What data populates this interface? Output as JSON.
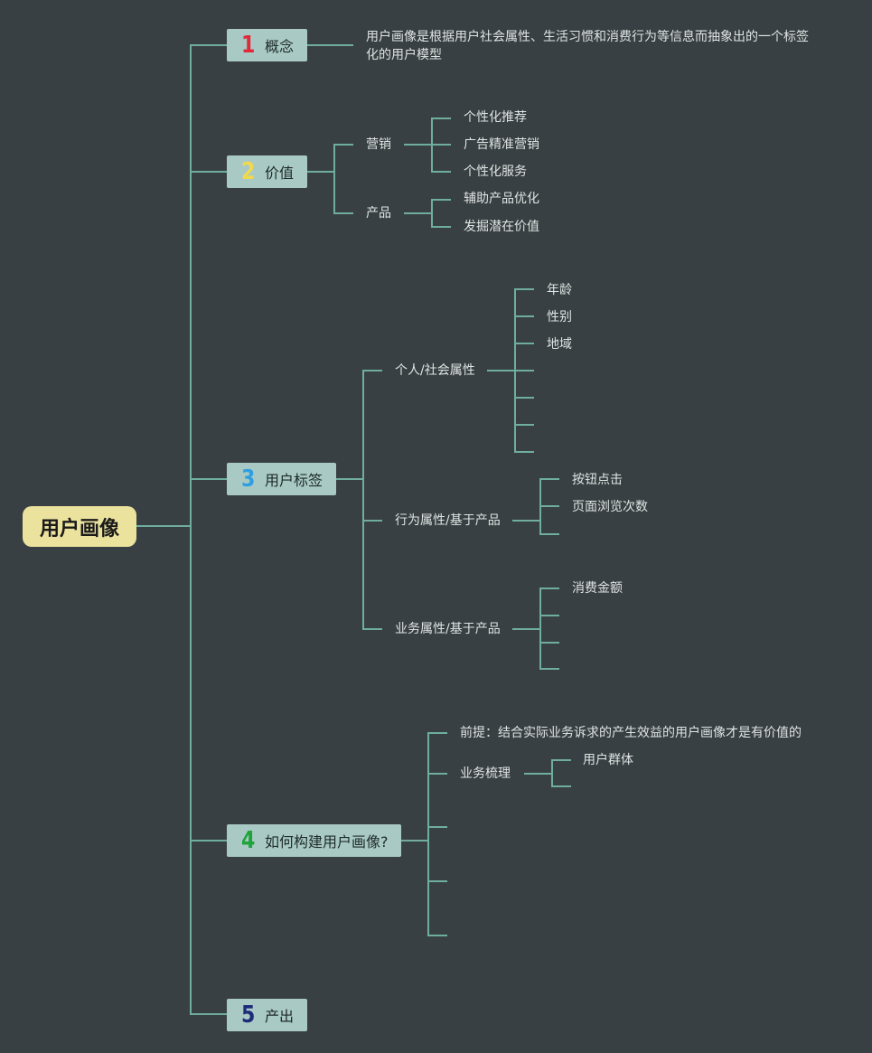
{
  "root": "用户画像",
  "colors": {
    "background": "#394043",
    "line": "#6fae9d",
    "root": "#ebe29d",
    "branch": "#a9cac4"
  },
  "branches": [
    {
      "num": "1",
      "label": "概念",
      "num_color": "#e02a3a",
      "description": "用户画像是根据用户社会属性、生活习惯和消费行为等信息而抽象出的一个标签化的用户模型"
    },
    {
      "num": "2",
      "label": "价值",
      "num_color": "#f1d94e",
      "children": [
        {
          "label": "营销",
          "children": [
            "个性化推荐",
            "广告精准营销",
            "个性化服务"
          ]
        },
        {
          "label": "产品",
          "children": [
            "辅助产品优化",
            "发掘潜在价值"
          ]
        }
      ]
    },
    {
      "num": "3",
      "label": "用户标签",
      "num_color": "#2e9fe0",
      "children": [
        {
          "label": "个人/社会属性",
          "children": [
            "年龄",
            "性别",
            "地域",
            "",
            "",
            "",
            ""
          ]
        },
        {
          "label": "行为属性/基于产品",
          "children": [
            "按钮点击",
            "页面浏览次数",
            ""
          ]
        },
        {
          "label": "业务属性/基于产品",
          "children": [
            "消费金额",
            "",
            "",
            ""
          ]
        }
      ]
    },
    {
      "num": "4",
      "label": "如何构建用户画像?",
      "num_color": "#1fa33a",
      "children": [
        {
          "label": "前提：结合实际业务诉求的产生效益的用户画像才是有价值的"
        },
        {
          "label": "业务梳理",
          "children": [
            "用户群体",
            ""
          ]
        },
        {
          "label": ""
        },
        {
          "label": ""
        },
        {
          "label": ""
        }
      ]
    },
    {
      "num": "5",
      "label": "产出",
      "num_color": "#1d2b78"
    }
  ]
}
